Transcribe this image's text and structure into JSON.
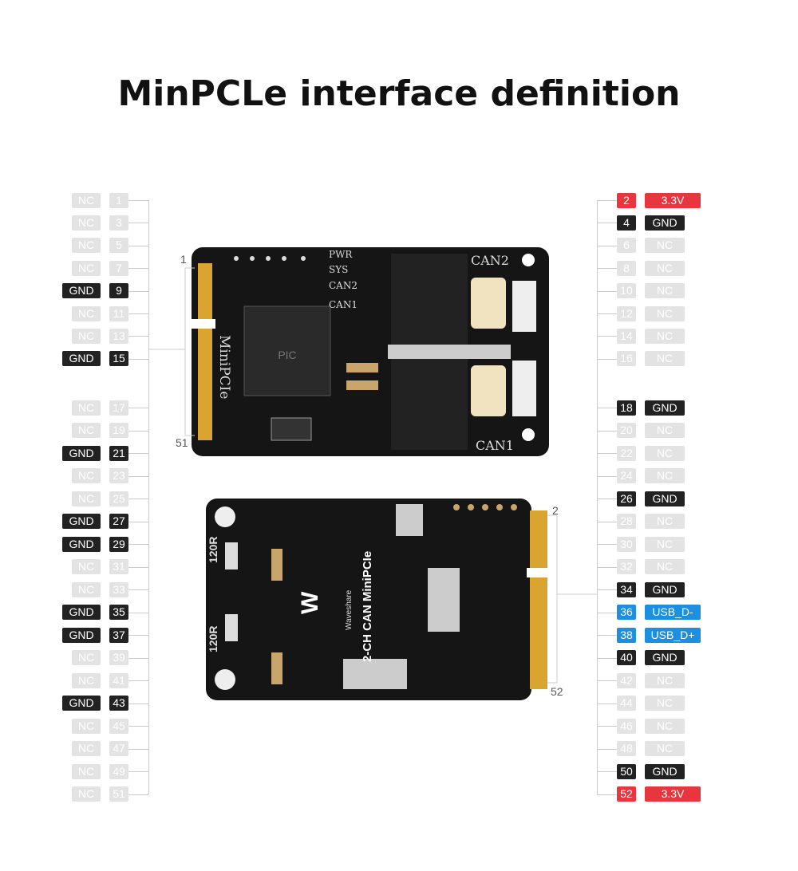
{
  "title": "MinPCLe interface definition",
  "left_pins": [
    {
      "pin": "1",
      "name": "NC",
      "type": "gray"
    },
    {
      "pin": "3",
      "name": "NC",
      "type": "gray"
    },
    {
      "pin": "5",
      "name": "NC",
      "type": "gray"
    },
    {
      "pin": "7",
      "name": "NC",
      "type": "gray"
    },
    {
      "pin": "9",
      "name": "GND",
      "type": "dark"
    },
    {
      "pin": "11",
      "name": "NC",
      "type": "gray"
    },
    {
      "pin": "13",
      "name": "NC",
      "type": "gray"
    },
    {
      "pin": "15",
      "name": "GND",
      "type": "dark"
    },
    {
      "pin": "17",
      "name": "NC",
      "type": "gray"
    },
    {
      "pin": "19",
      "name": "NC",
      "type": "gray"
    },
    {
      "pin": "21",
      "name": "GND",
      "type": "dark"
    },
    {
      "pin": "23",
      "name": "NC",
      "type": "gray"
    },
    {
      "pin": "25",
      "name": "NC",
      "type": "gray"
    },
    {
      "pin": "27",
      "name": "GND",
      "type": "dark"
    },
    {
      "pin": "29",
      "name": "GND",
      "type": "dark"
    },
    {
      "pin": "31",
      "name": "NC",
      "type": "gray"
    },
    {
      "pin": "33",
      "name": "NC",
      "type": "gray"
    },
    {
      "pin": "35",
      "name": "GND",
      "type": "dark"
    },
    {
      "pin": "37",
      "name": "GND",
      "type": "dark"
    },
    {
      "pin": "39",
      "name": "NC",
      "type": "gray"
    },
    {
      "pin": "41",
      "name": "NC",
      "type": "gray"
    },
    {
      "pin": "43",
      "name": "GND",
      "type": "dark"
    },
    {
      "pin": "45",
      "name": "NC",
      "type": "gray"
    },
    {
      "pin": "47",
      "name": "NC",
      "type": "gray"
    },
    {
      "pin": "49",
      "name": "NC",
      "type": "gray"
    },
    {
      "pin": "51",
      "name": "NC",
      "type": "gray"
    }
  ],
  "right_pins": [
    {
      "pin": "2",
      "name": "3.3V",
      "type": "red"
    },
    {
      "pin": "4",
      "name": "GND",
      "type": "dark"
    },
    {
      "pin": "6",
      "name": "NC",
      "type": "gray"
    },
    {
      "pin": "8",
      "name": "NC",
      "type": "gray"
    },
    {
      "pin": "10",
      "name": "NC",
      "type": "gray"
    },
    {
      "pin": "12",
      "name": "NC",
      "type": "gray"
    },
    {
      "pin": "14",
      "name": "NC",
      "type": "gray"
    },
    {
      "pin": "16",
      "name": "NC",
      "type": "gray"
    },
    {
      "pin": "18",
      "name": "GND",
      "type": "dark"
    },
    {
      "pin": "20",
      "name": "NC",
      "type": "gray"
    },
    {
      "pin": "22",
      "name": "NC",
      "type": "gray"
    },
    {
      "pin": "24",
      "name": "NC",
      "type": "gray"
    },
    {
      "pin": "26",
      "name": "GND",
      "type": "dark"
    },
    {
      "pin": "28",
      "name": "NC",
      "type": "gray"
    },
    {
      "pin": "30",
      "name": "NC",
      "type": "gray"
    },
    {
      "pin": "32",
      "name": "NC",
      "type": "gray"
    },
    {
      "pin": "34",
      "name": "GND",
      "type": "dark"
    },
    {
      "pin": "36",
      "name": "USB_D-",
      "type": "blue"
    },
    {
      "pin": "38",
      "name": "USB_D+",
      "type": "blue"
    },
    {
      "pin": "40",
      "name": "GND",
      "type": "dark"
    },
    {
      "pin": "42",
      "name": "NC",
      "type": "gray"
    },
    {
      "pin": "44",
      "name": "NC",
      "type": "gray"
    },
    {
      "pin": "46",
      "name": "NC",
      "type": "gray"
    },
    {
      "pin": "48",
      "name": "NC",
      "type": "gray"
    },
    {
      "pin": "50",
      "name": "GND",
      "type": "dark"
    },
    {
      "pin": "52",
      "name": "3.3V",
      "type": "red"
    }
  ],
  "top_board": {
    "pin_first": "1",
    "pin_last": "51",
    "silk": "MiniPCIe",
    "leds": [
      "PWR",
      "SYS",
      "CAN2",
      "CAN1"
    ],
    "port_top": "CAN2",
    "port_bottom": "CAN1",
    "chip": "PIC"
  },
  "bottom_board": {
    "pin_first": "2",
    "pin_last": "52",
    "resistor_1": "120R",
    "resistor_2": "120R",
    "product": "2-CH CAN MiniPCIe",
    "brand": "Waveshare"
  }
}
